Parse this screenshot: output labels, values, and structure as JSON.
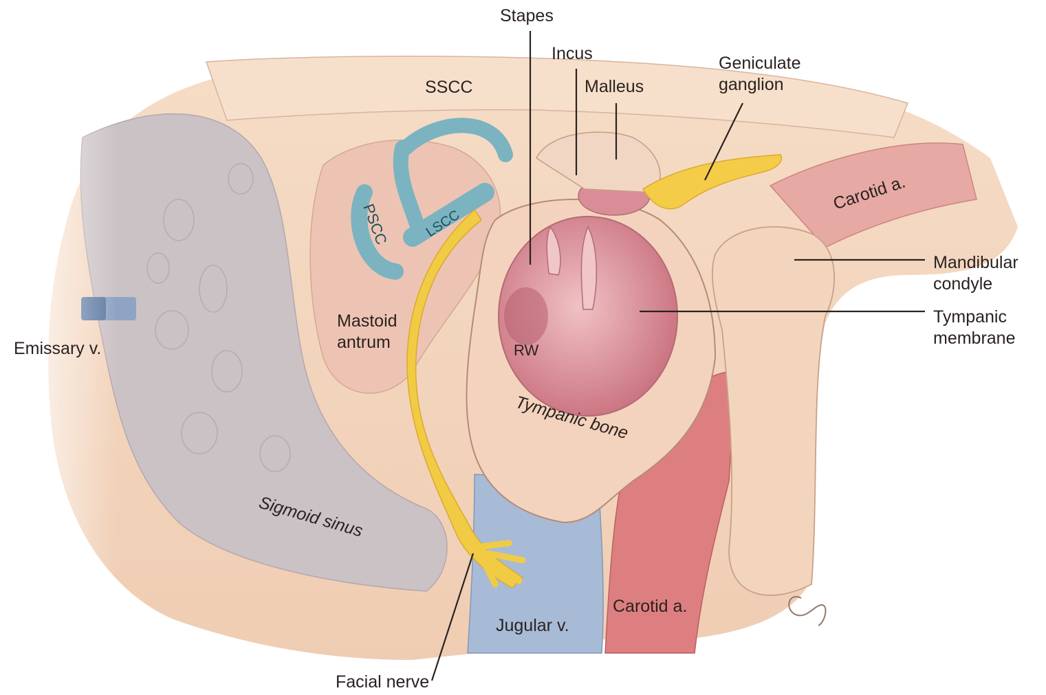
{
  "labels": {
    "stapes": "Stapes",
    "incus": "Incus",
    "malleus": "Malleus",
    "sscc": "SSCC",
    "geniculate_line1": "Geniculate",
    "geniculate_line2": "ganglion",
    "carotid_top": "Carotid a.",
    "mandibular_line1": "Mandibular",
    "mandibular_line2": "condyle",
    "tympanic_membrane_line1": "Tympanic",
    "tympanic_membrane_line2": "membrane",
    "pscc": "PSCC",
    "lscc": "LSCC",
    "mastoid_line1": "Mastoid",
    "mastoid_line2": "antrum",
    "emissary": "Emissary v.",
    "rw": "RW",
    "tympanic_bone": "Tympanic bone",
    "sigmoid_sinus": "Sigmoid sinus",
    "jugular": "Jugular v.",
    "carotid_bottom": "Carotid a.",
    "facial_nerve": "Facial nerve"
  },
  "colors": {
    "bone": "#f2d3ba",
    "bone_light": "#f8e4d0",
    "bone_edge": "#c79a84",
    "sinus": "#c9c0c3",
    "canal": "#7bb3c0",
    "nerve": "#f2cb45",
    "artery": "#dd7f80",
    "vein": "#a9bdd8",
    "membrane": "#d98e97",
    "antrum": "#eec6b7",
    "text": "#2a2220"
  }
}
